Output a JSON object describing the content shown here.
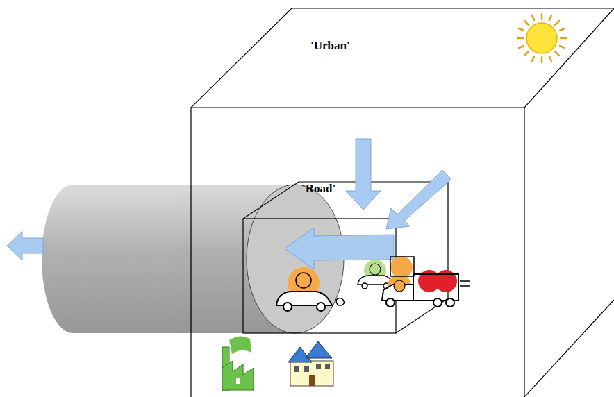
{
  "diagram": {
    "nodes": [
      {
        "text": [
          "'Urban'"
        ]
      },
      {
        "text": [
          "'Road'"
        ],
        "in": 0
      }
    ]
  }
}
